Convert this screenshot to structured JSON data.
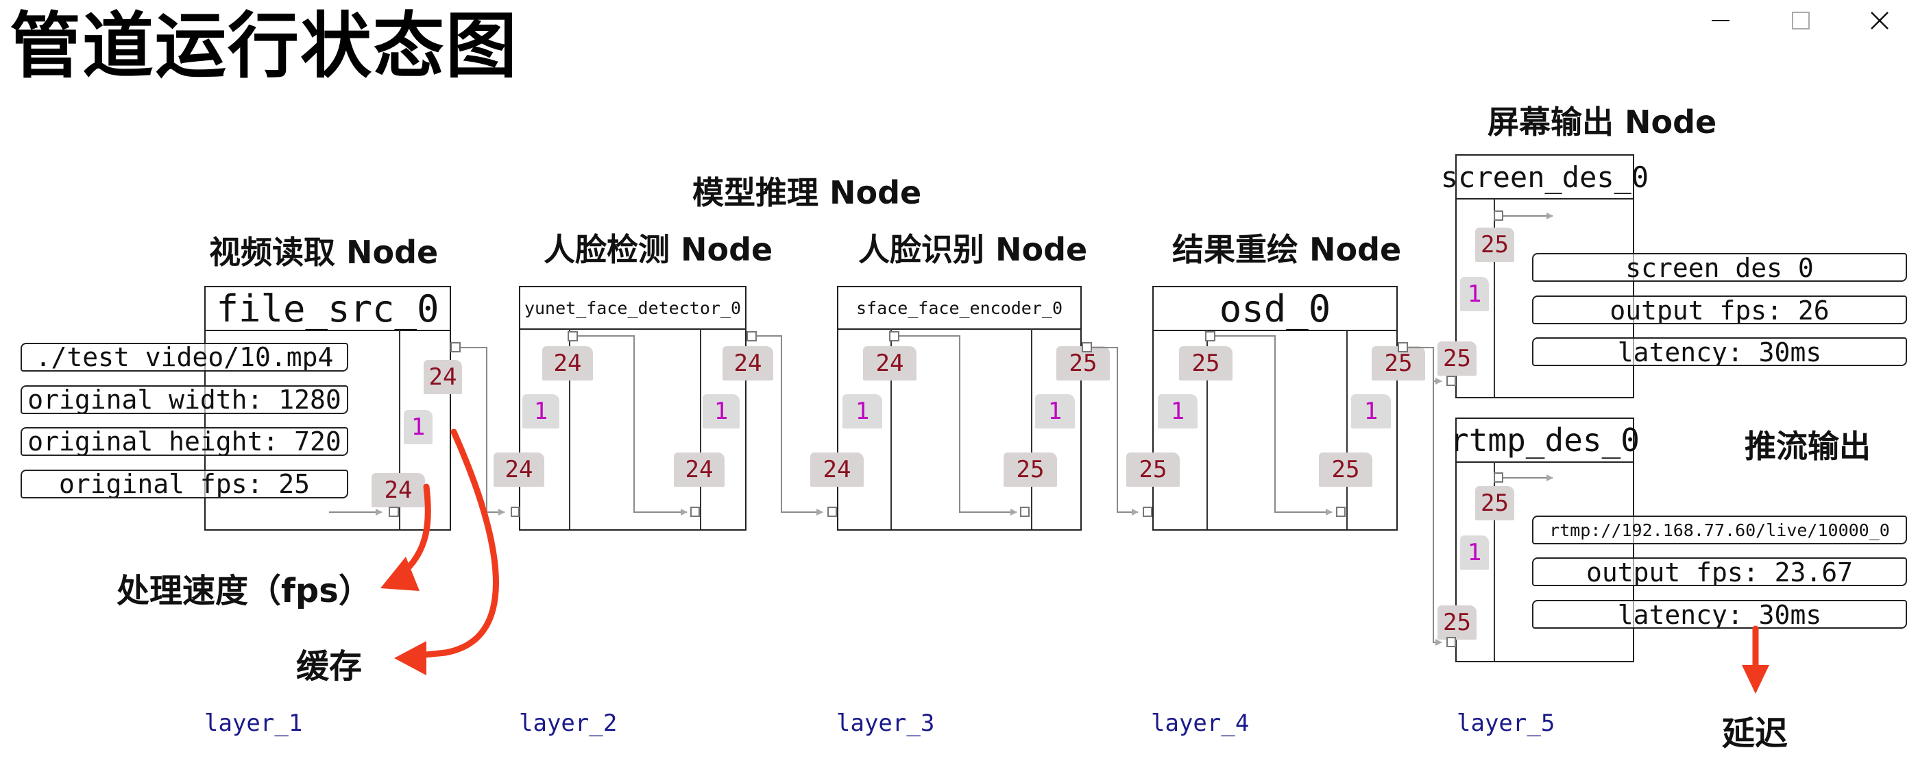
{
  "title": "管道运行状态图",
  "window_controls": {
    "minimize": "minimize-icon",
    "maximize": "maximize-icon",
    "close": "close-icon"
  },
  "captions": {
    "model_group": "模型推理 Node",
    "file_src": "视频读取 Node",
    "yunet": "人脸检测 Node",
    "sface": "人脸识别 Node",
    "osd": "结果重绘 Node",
    "screen": "屏幕输出 Node",
    "rtmp": "推流输出"
  },
  "nodes": {
    "file_src": {
      "name": "file_src_0",
      "out_fps": "24",
      "cache": "1",
      "in_fps": "24",
      "fields": [
        "./test_video/10.mp4",
        "original_width: 1280",
        "original_height: 720",
        "original_fps: 25"
      ]
    },
    "yunet": {
      "name": "yunet_face_detector_0",
      "in_fps": "24",
      "in_cache": "1",
      "in_top_fps": "24",
      "out_fps": "24",
      "out_cache": "1",
      "out_bottom_fps": "24"
    },
    "sface": {
      "name": "sface_face_encoder_0",
      "in_fps": "24",
      "in_cache": "1",
      "in_top_fps": "24",
      "out_fps": "25",
      "out_cache": "1",
      "out_bottom_fps": "25"
    },
    "osd": {
      "name": "osd_0",
      "in_fps": "25",
      "in_cache": "1",
      "in_top_fps": "25",
      "out_fps": "25",
      "out_cache": "1",
      "out_bottom_fps": "25"
    },
    "screen": {
      "name": "screen_des_0",
      "in_fps": "25",
      "cache": "1",
      "out_fps": "25",
      "fields": [
        "screen_des_0",
        "output_fps: 26",
        "latency: 30ms"
      ]
    },
    "rtmp": {
      "name": "rtmp_des_0",
      "in_fps": "25",
      "cache": "1",
      "out_fps": "25",
      "fields": [
        "rtmp://192.168.77.60/live/10000_0",
        "output_fps: 23.67",
        "latency: 30ms"
      ]
    }
  },
  "layers": [
    "layer_1",
    "layer_2",
    "layer_3",
    "layer_4",
    "layer_5"
  ],
  "annotations": {
    "fps": "处理速度（fps）",
    "cache": "缓存",
    "latency": "延迟"
  },
  "colors": {
    "annotation_arrow": "#f03a1e",
    "fps_text": "#8b1020",
    "cache_text": "#c000c0",
    "layer_text": "#1a1a8a",
    "connector": "#8a8a8a"
  }
}
